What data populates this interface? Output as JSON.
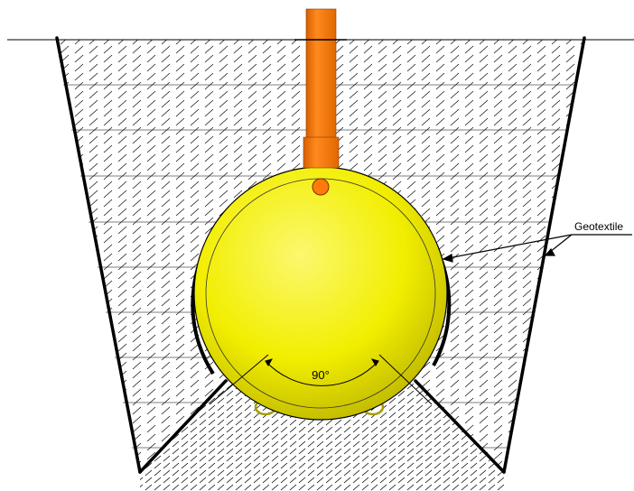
{
  "labels": {
    "geotextile": "Geotextile",
    "angle": "90°"
  },
  "colors": {
    "tank_fill": "#f2ee00",
    "tank_fill_light": "#fbf870",
    "tank_fill_dark": "#b4ad00",
    "pipe": "#ff7a0a",
    "pipe_dark": "#d85e00",
    "outline": "#000000",
    "hatch": "#000000",
    "background": "#ffffff"
  },
  "icons": {
    "pipe": "vertical-pipe",
    "tank": "spherical-tank",
    "inlet": "pipe-inlet-circle"
  }
}
